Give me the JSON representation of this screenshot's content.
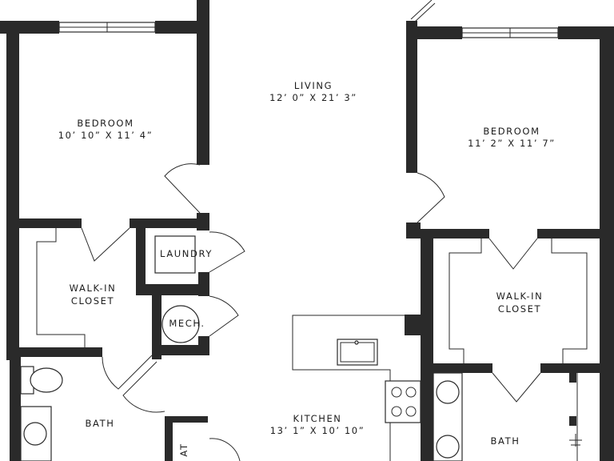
{
  "rooms": {
    "living": {
      "name": "LIVING",
      "size": "12’ 0” X 21’ 3”"
    },
    "bedroom_left": {
      "name": "BEDROOM",
      "size": "10’ 10” X 11’ 4”"
    },
    "bedroom_right": {
      "name": "BEDROOM",
      "size": "11’ 2” X 11’ 7”"
    },
    "walkin_left": {
      "line1": "WALK-IN",
      "line2": "CLOSET"
    },
    "walkin_right": {
      "line1": "WALK-IN",
      "line2": "CLOSET"
    },
    "laundry": {
      "name": "LAUNDRY"
    },
    "mech": {
      "name": "MECH."
    },
    "kitchen": {
      "name": "KITCHEN",
      "size": "13’ 1” X 10’ 10”"
    },
    "bath_left": {
      "name": "BATH"
    },
    "bath_right": {
      "name": "BATH"
    },
    "partial": {
      "name": "AT"
    }
  },
  "colors": {
    "wall": "#2a2a2a",
    "background": "#ffffff"
  }
}
